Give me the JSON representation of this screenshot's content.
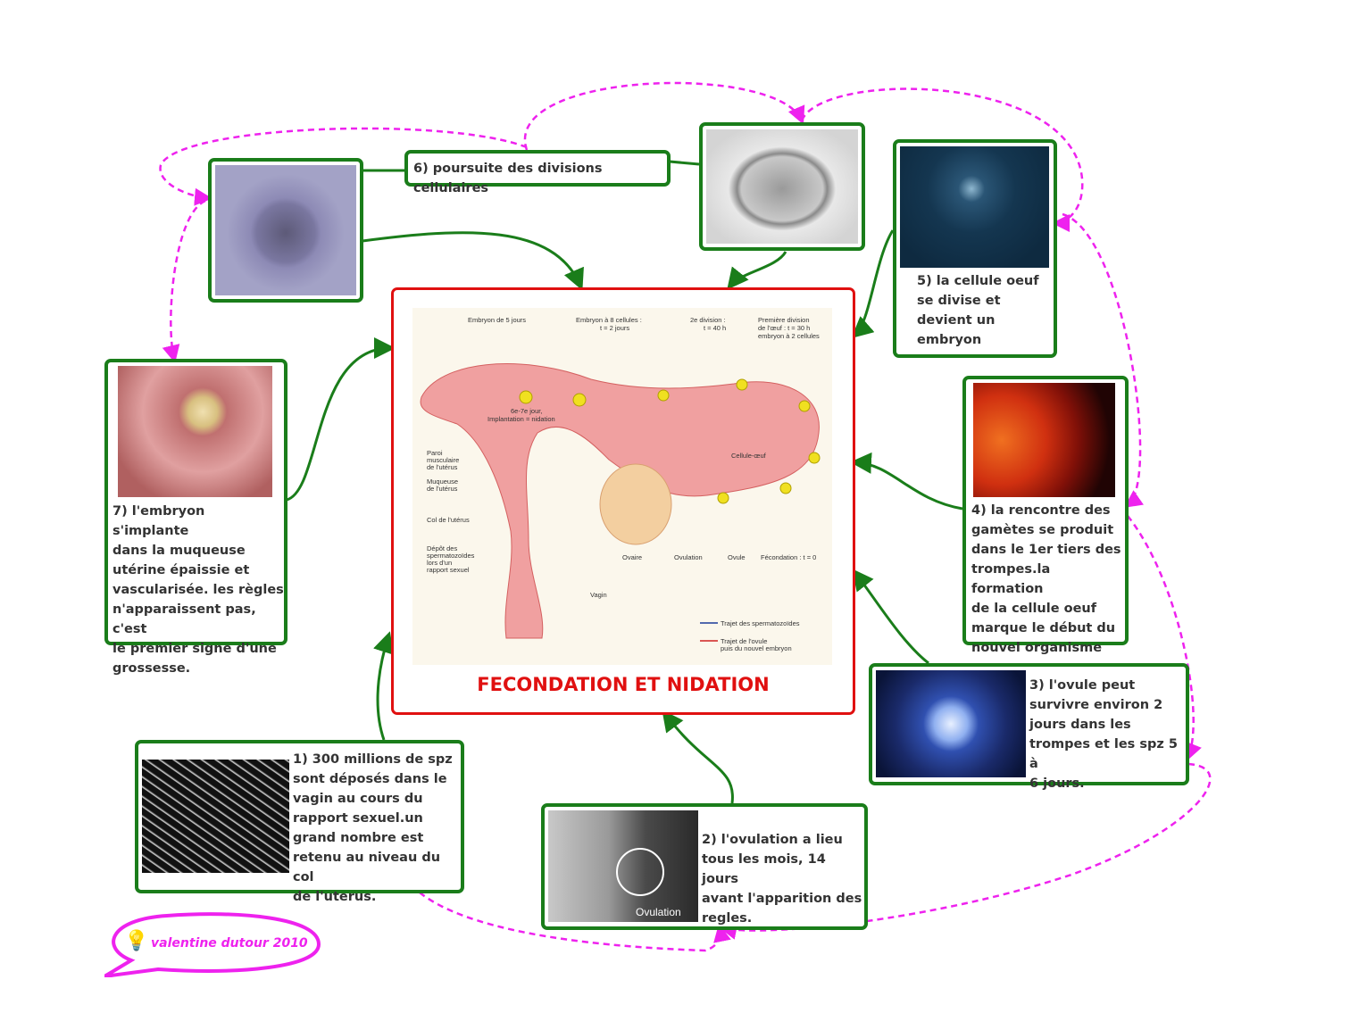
{
  "central": {
    "title": "FECONDATION ET NIDATION",
    "diagram_labels": {
      "embryon5": "Embryon de 5 jours",
      "embryon8a": "Embryon à 8 cellules :",
      "embryon8b": "t = 2 jours",
      "div2a": "2e division :",
      "div2b": "t = 40 h",
      "div1a": "Première division",
      "div1b": "de l'œuf : t = 30 h",
      "div1c": "embryon à 2 cellules",
      "impl1": "6e-7e jour,",
      "impl2": "Implantation = nidation",
      "paroi1": "Paroi",
      "paroi2": "musculaire",
      "paroi3": "de l'utérus",
      "muq1": "Muqueuse",
      "muq2": "de l'utérus",
      "col": "Col de l'utérus",
      "depot1": "Dépôt des",
      "depot2": "spermatozoïdes",
      "depot3": "lors d'un",
      "depot4": "rapport sexuel",
      "vagin": "Vagin",
      "cellule": "Cellule-œuf",
      "ovaire": "Ovaire",
      "ovulation": "Ovulation",
      "ovule": "Ovule",
      "fecondation": "Fécondation : t = 0",
      "legend1": "Trajet des spermatozoïdes",
      "legend2a": "Trajet de l'ovule",
      "legend2b": "puis du nouvel embryon"
    }
  },
  "nodes": {
    "n1": "1) 300 millions de spz\nsont déposés dans le\nvagin au cours du\nrapport sexuel.un\ngrand nombre est\nretenu au niveau du col\nde l'uterus.",
    "n2": "2) l'ovulation a lieu\ntous les mois,  14 jours\navant l'apparition des\nregles.",
    "n2_photo_caption": "Ovulation",
    "n3": "3) l'ovule peut\nsurvivre environ 2\njours dans les\ntrompes et les spz 5 à\n6 jours.",
    "n4": "4) la rencontre des\ngamètes se produit\ndans le 1er tiers des\ntrompes.la formation\nde la cellule oeuf\nmarque le début du\nnouvel organisme",
    "n5": "5) la cellule oeuf\nse divise et\ndevient un\nembryon",
    "n6": "6) poursuite des divisions cellulaires",
    "n7": "7) l'embryon s'implante\ndans la muqueuse\nutérine épaissie et\nvascularisée. les règles\nn'apparaissent pas, c'est\nle premier signe d'une\ngrossesse."
  },
  "signature": {
    "text": "valentine dutour 2010",
    "icon": "lightbulb-icon"
  },
  "colors": {
    "node_border": "#1a7d1a",
    "central_border": "#e01010",
    "title": "#e01010",
    "dashed_links": "#ee22ee",
    "signature": "#ee22ee"
  }
}
